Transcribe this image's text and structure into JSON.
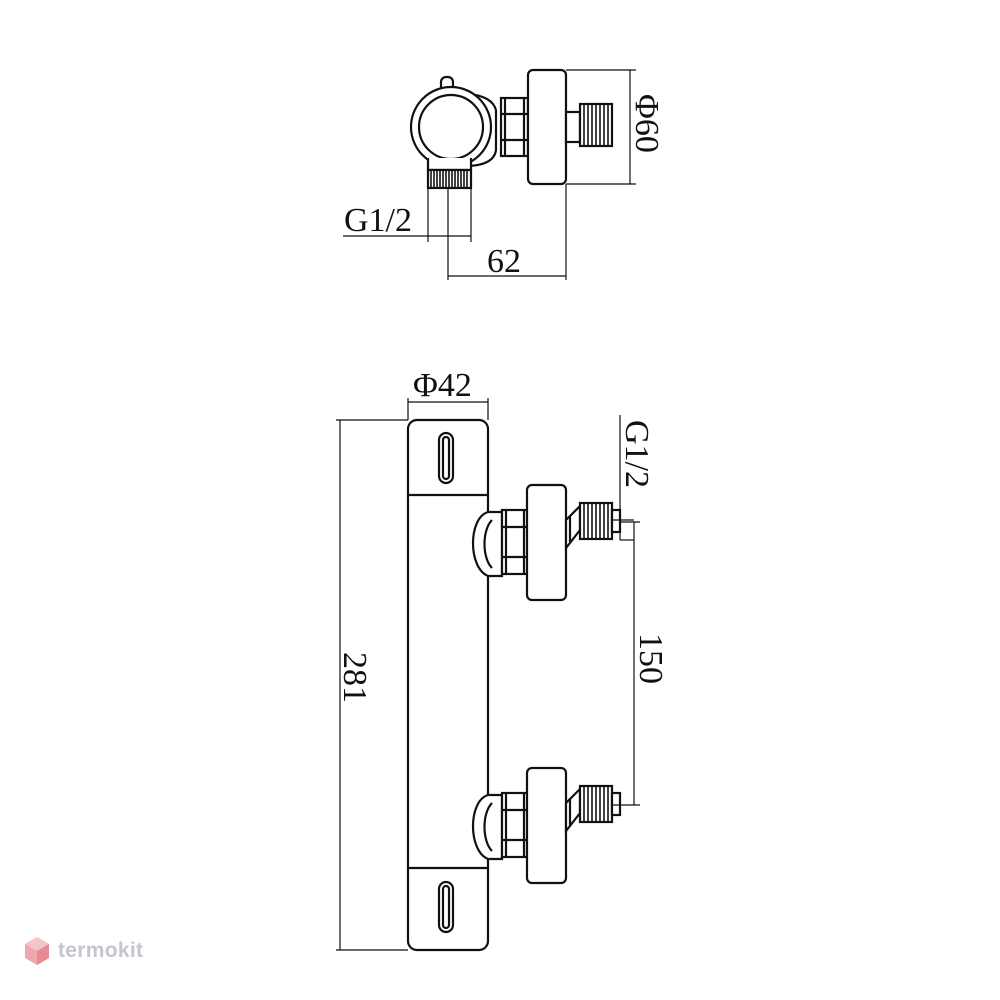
{
  "top_view": {
    "dim_thread": "G1/2",
    "dim_width": "62",
    "dim_diameter": "Φ60"
  },
  "front_view": {
    "dim_diameter": "Φ42",
    "dim_thread": "G1/2",
    "dim_height": "281",
    "dim_spacing": "150"
  },
  "watermark": {
    "text": "termokit"
  }
}
